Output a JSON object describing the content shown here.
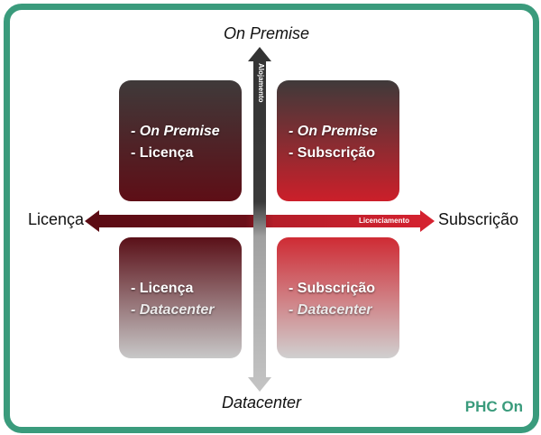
{
  "axes": {
    "top": "On Premise",
    "bottom": "Datacenter",
    "left": "Licença",
    "right": "Subscrição",
    "vertical_arrow_label": "Alojamento",
    "horizontal_arrow_label": "Licenciamento"
  },
  "quadrants": {
    "top_left": {
      "line1": "- On Premise",
      "line2": "- Licença"
    },
    "top_right": {
      "line1": "- On Premise",
      "line2": "- Subscrição"
    },
    "bottom_left": {
      "line1": "- Licença",
      "line2": "- Datacenter"
    },
    "bottom_right": {
      "line1": "- Subscrição",
      "line2": "- Datacenter"
    }
  },
  "brand": "PHC On",
  "colors": {
    "frame": "#3a9b7c",
    "dark_red": "#5b1018",
    "bright_red": "#c8202c",
    "dark_gray": "#3d3d3d",
    "light_gray": "#bdbdbd"
  }
}
